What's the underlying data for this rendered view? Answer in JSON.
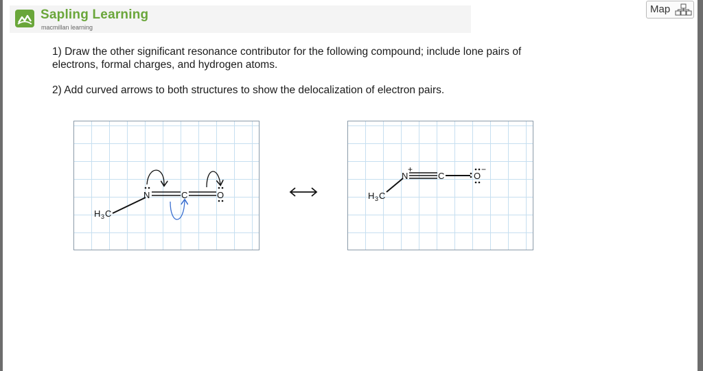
{
  "header": {
    "brand_name": "Sapling Learning",
    "brand_sub": "macmillan learning",
    "map_label": "Map"
  },
  "question": {
    "line1a": "1) Draw the other significant resonance contributor for the following compound; include lone pairs of",
    "line1b": "electrons, formal charges, and hydrogen atoms.",
    "line2": "2) Add curved arrows to both structures to show the delocalization of electron pairs."
  },
  "structure_left": {
    "methyl": "H",
    "methyl_sub": "3",
    "methyl_c": "C",
    "nitrogen": "N",
    "carbon": "C",
    "oxygen": "O"
  },
  "structure_right": {
    "methyl": "H",
    "methyl_sub": "3",
    "methyl_c": "C",
    "nitrogen": "N",
    "nitrogen_charge": "+",
    "carbon": "C",
    "oxygen": "O",
    "oxygen_charge": "−"
  },
  "colors": {
    "brand_green": "#6aa63a",
    "grid_line": "#c6dff0",
    "curved_arrow_blue": "#3a6fd0"
  }
}
